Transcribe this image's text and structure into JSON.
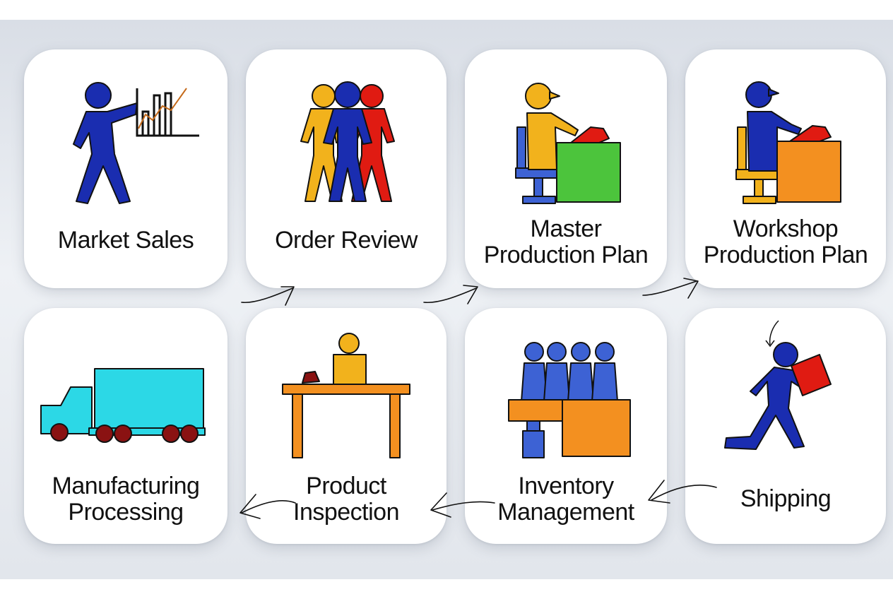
{
  "steps": {
    "market_sales": {
      "label": "Market Sales"
    },
    "order_review": {
      "label": "Order Review"
    },
    "master_plan": {
      "line1": "Master",
      "line2": "Production Plan"
    },
    "workshop_plan": {
      "line1": "Workshop",
      "line2": "Production Plan"
    },
    "manufacturing": {
      "line1": "Manufacturing",
      "line2": "Processing"
    },
    "inspection": {
      "line1": "Product",
      "line2": "Inspection"
    },
    "inventory": {
      "line1": "Inventory",
      "line2": "Management"
    },
    "shipping": {
      "label": "Shipping"
    }
  },
  "colors": {
    "blue": "#1a2db0",
    "yellow": "#f2b21c",
    "red": "#e01b12",
    "green": "#4cc43c",
    "orange": "#f39020",
    "cyan": "#2cd8e6",
    "wheel": "#8a1212",
    "person_light_blue": "#3d62d4"
  }
}
